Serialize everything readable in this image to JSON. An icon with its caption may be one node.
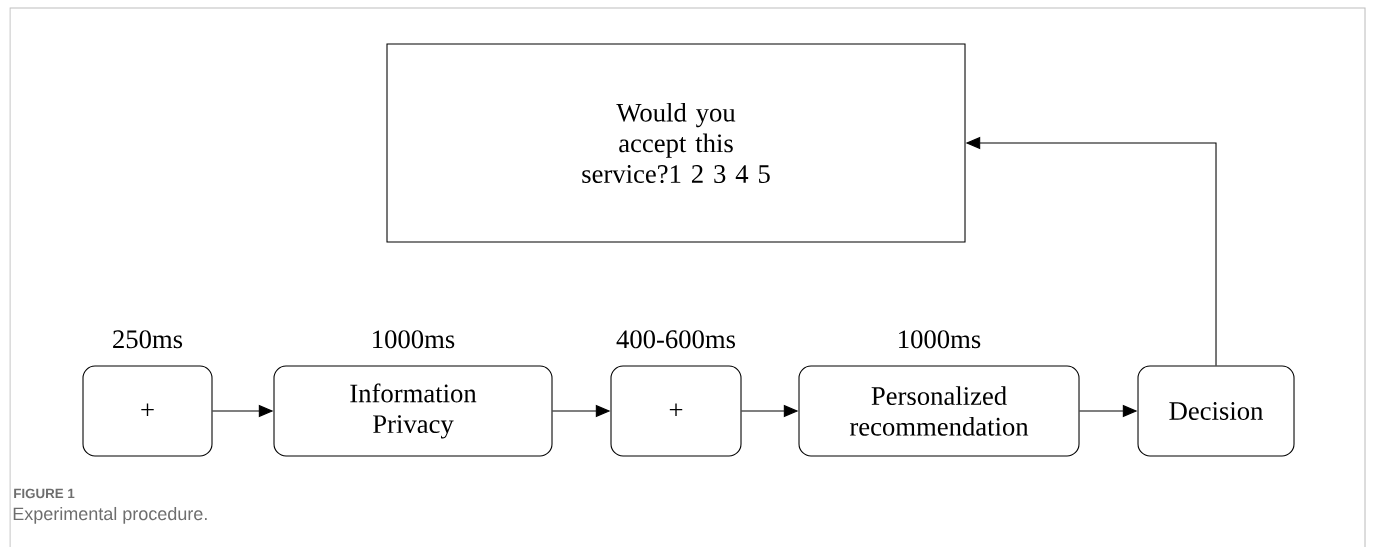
{
  "diagram": {
    "caption": "Experimental procedure.",
    "nodes": [
      {
        "text": [
          "Would you accept this service?1 2 3 4 5"
        ]
      },
      {
        "text": [
          "+"
        ],
        "beside": [
          "250ms"
        ]
      },
      {
        "text": [
          "Information Privacy"
        ],
        "beside": [
          "1000ms"
        ]
      },
      {
        "text": [
          "+"
        ],
        "beside": [
          "400-600ms"
        ]
      },
      {
        "text": [
          "Personalized recommendation"
        ],
        "beside": [
          "1000ms"
        ]
      },
      {
        "text": [
          "Decision"
        ]
      }
    ],
    "edges": [
      {
        "from": 1,
        "to": 2,
        "arrow": "to"
      },
      {
        "from": 2,
        "to": 3,
        "arrow": "to"
      },
      {
        "from": 3,
        "to": 4,
        "arrow": "to"
      },
      {
        "from": 4,
        "to": 5,
        "arrow": "to"
      },
      {
        "from": 5,
        "to": 0,
        "arrow": "to"
      }
    ],
    "labels": [
      "FIGURE 1"
    ]
  }
}
